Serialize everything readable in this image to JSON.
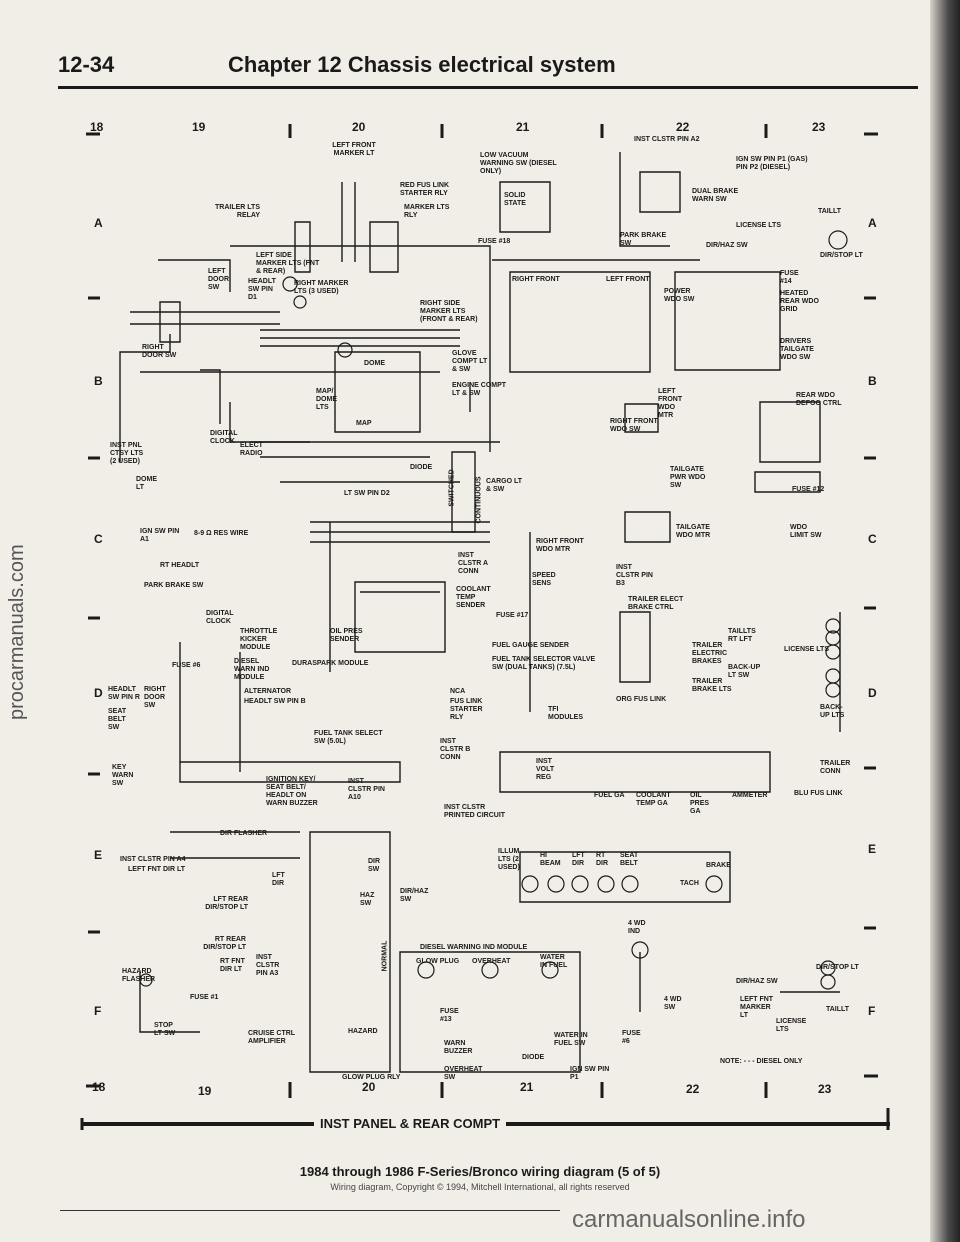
{
  "header": {
    "page_number": "12-34",
    "chapter": "Chapter 12  Chassis electrical system"
  },
  "grid": {
    "columns_top": [
      "18",
      "19",
      "20",
      "21",
      "22",
      "23"
    ],
    "columns_bottom": [
      "18",
      "19",
      "20",
      "21",
      "22",
      "23"
    ],
    "rows": [
      "A",
      "B",
      "C",
      "D",
      "E",
      "F"
    ]
  },
  "labels": {
    "left_front_marker": "LEFT FRONT MARKER LT",
    "low_vacuum": "LOW VACUUM WARNING SW (DIESEL ONLY)",
    "inst_clstr_a2": "INST CLSTR PIN A2",
    "ign_sw": "IGN SW PIN P1 (GAS) PIN P2 (DIESEL)",
    "red_fus_link_starter": "RED FUS LINK STARTER RLY",
    "trailer_lts_relay": "TRAILER LTS RELAY",
    "marker_lts_rly": "MARKER LTS RLY",
    "dual_brake": "DUAL BRAKE WARN SW",
    "solid_state": "SOLID STATE",
    "park_brake_sw": "PARK BRAKE SW",
    "fuse_18": "FUSE #18",
    "license_lts": "LICENSE LTS",
    "taillt": "TAILLT",
    "dir_haz_sw": "DIR/HAZ SW",
    "dir_stop_lt": "DIR/STOP LT",
    "left_side_marker": "LEFT SIDE MARKER LTS (FNT & REAR)",
    "left_door_sw": "LEFT DOOR SW",
    "headlt_sw": "HEADLT SW PIN D1",
    "right_marker": "RIGHT MARKER LTS (3 USED)",
    "right_side_marker": "RIGHT SIDE MARKER LTS (FRONT & REAR)",
    "right_front": "RIGHT FRONT",
    "left_front": "LEFT FRONT",
    "power_wdo_sw": "POWER WDO SW",
    "fuse_14": "FUSE #14",
    "heated_rear_wdo": "HEATED REAR WDO GRID",
    "right_door_sw": "RIGHT DOOR SW",
    "dome": "DOME",
    "glove_compt": "GLOVE COMPT LT & SW",
    "drivers_tailgate": "DRIVERS TAILGATE WDO SW",
    "engine_compt": "ENGINE COMPT LT & SW",
    "map_dome": "MAP/ DOME LTS",
    "map": "MAP",
    "left_front_wdo": "LEFT FRONT WDO MTR",
    "rear_wdo_defog": "REAR WDO DEFOG CTRL",
    "inst_pnl": "INST PNL CTSY LTS (2 USED)",
    "digital_clock": "DIGITAL CLOCK",
    "elect_radio": "ELECT RADIO",
    "right_front_wdo_sw": "RIGHT FRONT WDO SW",
    "diode": "DIODE",
    "dome_lt": "DOME LT",
    "lt_sw_pin_d2": "LT SW PIN D2",
    "cargo": "CARGO LT & SW",
    "tailgate_pwr": "TAILGATE PWR WDO SW",
    "fuse_12": "FUSE #12",
    "ign_sw_a1": "IGN SW PIN A1",
    "res_wire": "8-9 Ω RES WIRE",
    "switched": "SWITCHED",
    "continuous": "CONTINUOUS",
    "tailgate_wdo_mtr": "TAILGATE WDO MTR",
    "wdo_limit": "WDO LIMIT SW",
    "inst_clstr_a": "INST CLSTR A CONN",
    "right_front_wdo_mtr": "RIGHT FRONT WDO MTR",
    "rt_headlt": "RT HEADLT",
    "park_brake_sw2": "PARK BRAKE SW",
    "speed_sens": "SPEED SENS",
    "inst_clstr_b3": "INST CLSTR PIN B3",
    "coolant_temp": "COOLANT TEMP SENDER",
    "trailer_elect_brake": "TRAILER ELECT BRAKE CTRL",
    "fuse_17": "FUSE #17",
    "digital_clock2": "DIGITAL CLOCK",
    "throttle_kicker": "THROTTLE KICKER MODULE",
    "oil_pres": "OIL PRES SENDER",
    "taillts_rt_lft": "TAILLTS RT LFT",
    "fuel_gauge": "FUEL GAUGE SENDER",
    "trailer_elect_brakes": "TRAILER ELECTRIC BRAKES",
    "fuse_6": "FUSE #6",
    "diesel_warn": "DIESEL WARN IND MODULE",
    "duraspark": "DURASPARK MODULE",
    "fuel_tank_sel": "FUEL TANK SELECTOR VALVE SW (DUAL TANKS) (7.5L)",
    "license_lts2": "LICENSE LTS",
    "backup_lt_sw": "BACK-UP LT SW",
    "trailer_brake_lts": "TRAILER BRAKE LTS",
    "headlt_sw_r": "HEADLT SW PIN R",
    "right_door_sw2": "RIGHT DOOR SW",
    "alternator": "ALTERNATOR",
    "headlt_sw_b": "HEADLT SW PIN B",
    "nca": "NCA",
    "fus_link_starter": "FUS LINK STARTER RLY",
    "org_fus_link": "ORG FUS LINK",
    "backup_lts": "BACK-UP LTS",
    "seat_belt": "SEAT BELT SW",
    "tfi": "TFI MODULES",
    "fuel_tank_sel_sw": "FUEL TANK SELECT SW (5.0L)",
    "inst_clstr_b": "INST CLSTR B CONN",
    "key_warn": "KEY WARN SW",
    "ignition_key": "IGNITION KEY/ SEAT BELT/ HEADLT ON WARN BUZZER",
    "inst_clstr_a10": "INST CLSTR PIN A10",
    "volt_reg": "INST VOLT REG",
    "fuel_ga": "FUEL GA",
    "coolant_temp_ga": "COOLANT TEMP GA",
    "oil_pres_ga": "OIL PRES GA",
    "ammeter": "AMMETER",
    "trailer_conn": "TRAILER CONN",
    "blu_fus_link": "BLU FUS LINK",
    "inst_clstr_printed": "INST CLSTR PRINTED CIRCUIT",
    "dir_flasher": "DIR FLASHER",
    "inst_clstr_a4": "INST CLSTR PIN A4",
    "left_fnt_dir": "LEFT FNT DIR LT",
    "lft_dir": "LFT DIR",
    "dir_sw": "DIR SW",
    "dir_haz_sw2": "DIR/HAZ SW",
    "illum": "ILLUM LTS (2 USED)",
    "hi_beam": "HI BEAM",
    "lft_dir2": "LFT DIR",
    "rt_dir": "RT DIR",
    "seat_belt2": "SEAT BELT",
    "brake": "BRAKE",
    "tach": "TACH",
    "lft_rear": "LFT REAR DIR/STOP LT",
    "haz_sw": "HAZ SW",
    "rt_rear": "RT REAR DIR/STOP LT",
    "normal": "NORMAL",
    "rt_fnt_dir": "RT FNT DIR LT",
    "inst_clstr_pin": "INST CLSTR PIN A3",
    "diesel_module": "DIESEL WARNING IND MODULE",
    "glow_plug": "GLOW PLUG",
    "overheat": "OVERHEAT",
    "water_in_fuel": "WATER IN FUEL",
    "four_wd_ind": "4 WD IND",
    "dir_stop_lt2": "DIR/STOP LT",
    "dir_haz_sw3": "DIR/HAZ SW",
    "hazard_flasher": "HAZARD FLASHER",
    "fuse_1": "FUSE #1",
    "left_fnt_marker": "LEFT FNT MARKER LT",
    "taillt2": "TAILLT",
    "four_wd_sw": "4 WD SW",
    "fuse_13": "FUSE #13",
    "stop_lt_sw": "STOP LT SW",
    "cruise_ctrl": "CRUISE CTRL AMPLIFIER",
    "hazard": "HAZARD",
    "warn_buzzer": "WARN BUZZER",
    "water_in_fuel_sw": "WATER IN FUEL SW",
    "fuse_6b": "FUSE #6",
    "license_lts3": "LICENSE LTS",
    "diode2": "DIODE",
    "overheat_sw": "OVERHEAT SW",
    "ign_sw_p1": "IGN SW PIN P1",
    "glow_plug_rly": "GLOW PLUG RLY",
    "note": "NOTE: - - - DIESEL ONLY"
  },
  "banner": "INST PANEL & REAR COMPT",
  "caption": {
    "title": "1984 through 1986 F-Series/Bronco wiring diagram (5 of 5)",
    "subtitle": "Wiring diagram, Copyright © 1994, Mitchell International, all rights reserved"
  },
  "watermarks": {
    "side": "procarmanuals.com",
    "bottom": "carmanualsonline.info"
  }
}
